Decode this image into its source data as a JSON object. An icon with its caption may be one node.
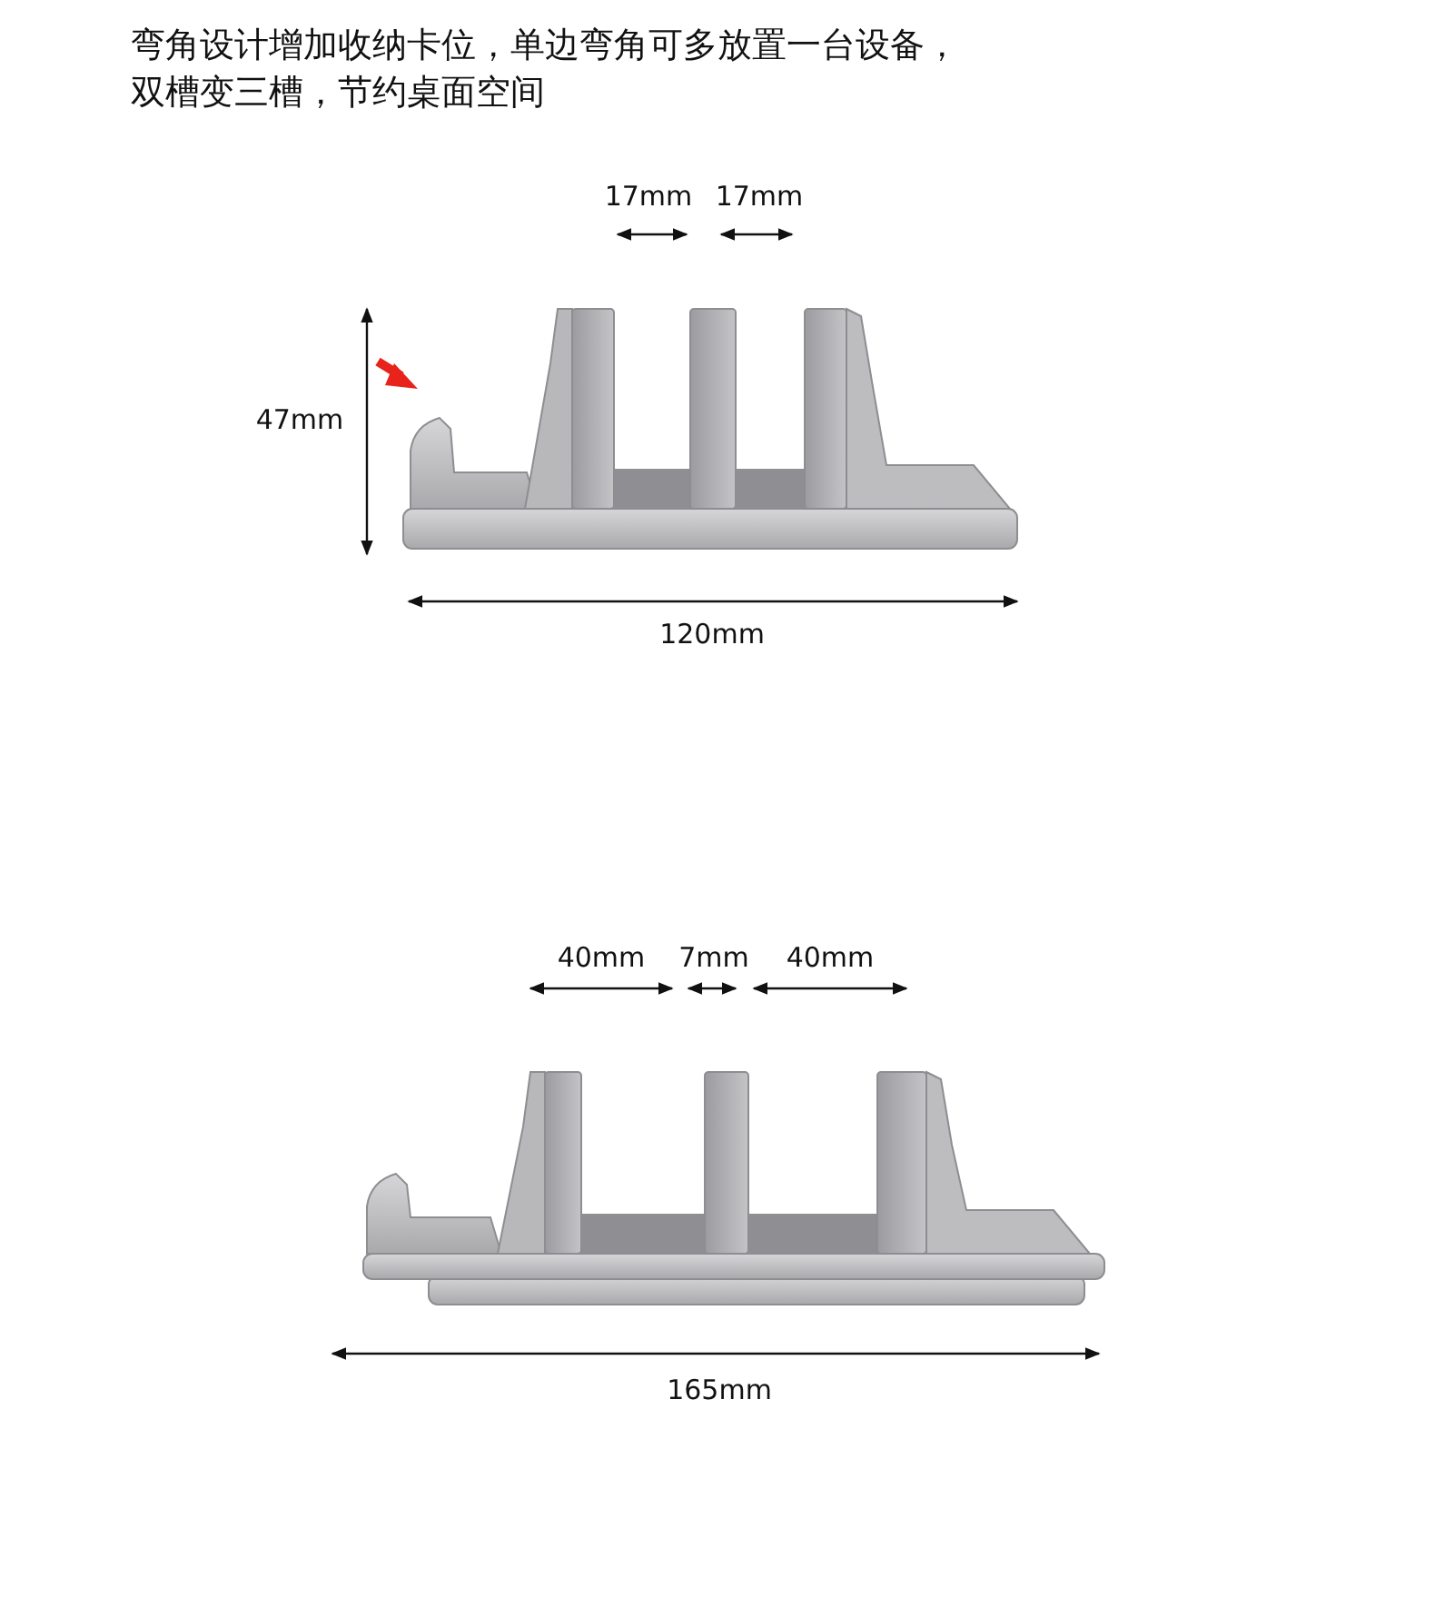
{
  "diagram": {
    "title": "弯角设计增加收纳卡位，单边弯角可多放置一台设备，双槽变三槽，节约桌面空间",
    "labels": [
      "17mm",
      "17mm",
      "47mm",
      "120mm",
      "40mm",
      "7mm",
      "40mm",
      "165mm"
    ]
  }
}
